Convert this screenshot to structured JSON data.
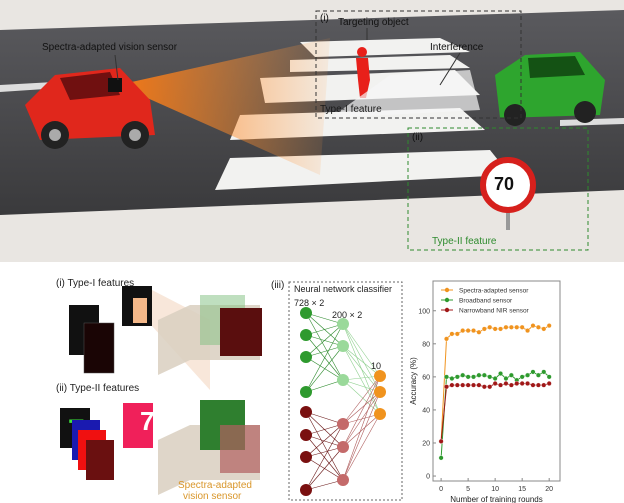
{
  "scene": {
    "sensor_label": "Spectra-adapted vision sensor",
    "box_i": "(i)",
    "box_ii": "(ii)",
    "target_label": "Targeting object",
    "interference_label": "Interference",
    "type1_label": "Type-I feature",
    "type2_label": "Type-II feature",
    "sign_text": "70"
  },
  "diagram": {
    "type1_title": "(i) Type-I features",
    "type2_title": "(ii) Type-II features",
    "sensor_caption_1": "Spectra-adapted",
    "sensor_caption_2": "vision sensor",
    "panel_iii": "(iii)",
    "nn_title": "Neural network classifier",
    "layer1": "728 × 2",
    "layer2": "200 × 2",
    "layer3": "10",
    "digit": "7"
  },
  "colors": {
    "orange": "#f0931e",
    "green": "#2e9a2e",
    "darkred": "#8b1a1a"
  },
  "chart_data": {
    "type": "line",
    "xlabel": "Number of training rounds",
    "ylabel": "Accuracy (%)",
    "xlim": [
      -1.5,
      22
    ],
    "ylim": [
      -3,
      118
    ],
    "xticks": [
      0,
      5,
      10,
      15,
      20
    ],
    "yticks": [
      0,
      20,
      40,
      60,
      80,
      100
    ],
    "legend_position": "top-left",
    "x": [
      0,
      1,
      2,
      3,
      4,
      5,
      6,
      7,
      8,
      9,
      10,
      11,
      12,
      13,
      14,
      15,
      16,
      17,
      18,
      19,
      20
    ],
    "series": [
      {
        "name": "Spectra-adapted sensor",
        "color": "#f0931e",
        "values": [
          21,
          83,
          86,
          86,
          88,
          88,
          88,
          87,
          89,
          90,
          89,
          89,
          90,
          90,
          90,
          90,
          88,
          91,
          90,
          89,
          91
        ]
      },
      {
        "name": "Broadband sensor",
        "color": "#2e9a2e",
        "values": [
          11,
          60,
          59,
          60,
          61,
          60,
          60,
          61,
          61,
          60,
          59,
          62,
          59,
          61,
          58,
          60,
          61,
          63,
          61,
          63,
          60
        ]
      },
      {
        "name": "Narrowband NIR sensor",
        "color": "#a01818",
        "values": [
          21,
          54,
          55,
          55,
          55,
          55,
          55,
          55,
          54,
          54,
          56,
          55,
          56,
          55,
          56,
          56,
          56,
          55,
          55,
          55,
          56
        ]
      }
    ]
  }
}
